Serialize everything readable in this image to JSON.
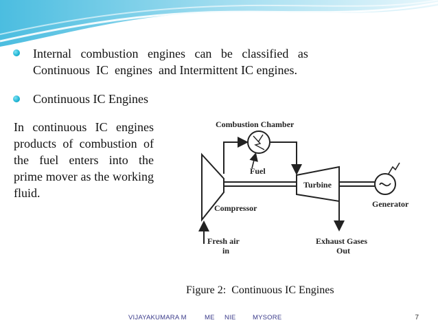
{
  "slide": {
    "bullets": [
      {
        "line1": "Internal   combustion   engines   can   be   classified   as",
        "line2": "Continuous  IC  engines  and Intermittent IC engines."
      },
      {
        "line1": "Continuous IC Engines"
      }
    ],
    "paragraph": "In continuous IC engines products of combustion of the fuel enters into the prime mover as the working fluid.",
    "diagram_labels": {
      "combustion_chamber": "Combustion Chamber",
      "fuel": "Fuel",
      "turbine": "Turbine",
      "generator": "Generator",
      "compressor": "Compressor",
      "fresh_air": "Fresh air",
      "fresh_air_in": "in",
      "exhaust": "Exhaust Gases",
      "exhaust_out": "Out"
    },
    "caption": "Figure 2:  Continuous IC Engines"
  },
  "footer": {
    "author": "VIJAYAKUMARA M",
    "dept": "ME",
    "institute": "NIE",
    "city": "MYSORE",
    "page": "7"
  },
  "colors": {
    "wave_light": "#bfe6f2",
    "wave_mid": "#5cc6e2",
    "bullet": "#1fb4d3",
    "footer": "#3a3a8a"
  }
}
